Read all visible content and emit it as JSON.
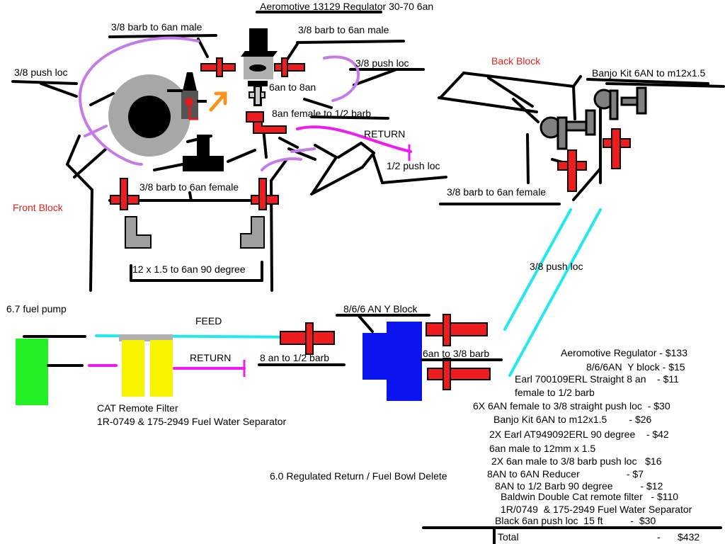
{
  "labels": {
    "regulator": "Aeromotive 13129 Regulator 30-70 6an",
    "barb_male_left": "3/8 barb to 6an male",
    "barb_male_right": "3/8 barb to 6an male",
    "push_loc_left": "3/8 push loc",
    "push_loc_right": "3/8 push loc",
    "an6_to_8": "6an to 8an",
    "an8_female": "8an female to 1/2 barb",
    "return_top": "RETURN",
    "half_push_loc": "1/2 push loc",
    "front_block": "Front Block",
    "barb_female_front": "3/8 barb to 6an female",
    "degree90": "12 x 1.5 to 6an 90 degree",
    "back_block": "Back Block",
    "banjo": "Banjo Kit 6AN to m12x1.5",
    "barb_female_back": "3/8 barb to 6an female",
    "push_loc_mid": "3/8 push loc",
    "fuel_pump": "6.7 fuel pump",
    "feed": "FEED",
    "return_bottom": "RETURN",
    "an8_to_half": "8 an to 1/2 barb",
    "y_block": "8/6/6 AN Y Block",
    "an6_to_38": "6an to 3/8 barb",
    "cat_filter_1": "CAT Remote Filter",
    "cat_filter_2": "1R-0749 & 175-2949 Fuel Water Separator",
    "caption": "6.0 Regulated Return / Fuel Bowl Delete"
  },
  "parts_list": [
    {
      "text": "Aeromotive Regulator - $133"
    },
    {
      "text": "8/6/6AN  Y block - $15"
    },
    {
      "text": "Earl 700109ERL Straight 8 an    - $11"
    },
    {
      "text": "female to 1/2 barb"
    },
    {
      "text": "6X 6AN female to 3/8 straight push loc  - $30"
    },
    {
      "text": "Banjo Kit 6AN to m12x1.5        - $26"
    },
    {
      "text": "2X Earl AT949092ERL 90 degree    - $42"
    },
    {
      "text": "6an male to 12mm x 1.5"
    },
    {
      "text": "2X 6an male to 3/8 barb push loc   $16"
    },
    {
      "text": "8AN to 6AN Reducer                 - $7"
    },
    {
      "text": "8AN to 1/2 Barb 90 degree          - $12"
    },
    {
      "text": "Baldwin Double Cat remote filter   - $110"
    },
    {
      "text": "1R/0749  & 175-2949 Fuel Water Separator"
    },
    {
      "text": "Black 6an push loc  15 ft          -  $30"
    }
  ],
  "total": {
    "label": "Total",
    "dash": "-",
    "value": "$432"
  },
  "colors": {
    "fitting_red": "#ee1c1c",
    "lavender_line": "#c47ae8",
    "magenta_line": "#ee1cee",
    "cyan_line": "#22e8f0",
    "pump_green": "#22f022",
    "filter_yellow": "#f8f400",
    "y_block_blue": "#0a14ee",
    "banjo_gray": "#909090",
    "label_red": "#e0221e",
    "arrow_orange": "#f7941d"
  }
}
